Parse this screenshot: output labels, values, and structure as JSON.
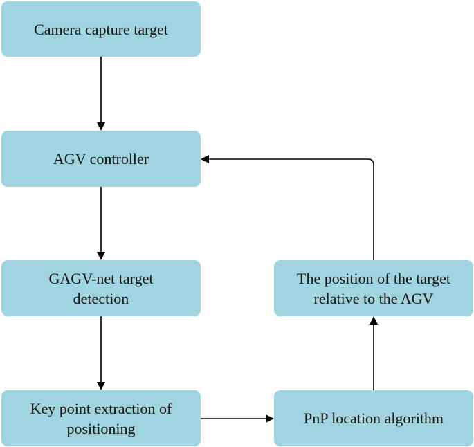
{
  "nodes": {
    "camera": "Camera capture target",
    "agv_controller": "AGV controller",
    "gagv_line1": "GAGV-net target",
    "gagv_line2": "detection",
    "keypoint_line1": "Key point extraction of",
    "keypoint_line2": "positioning",
    "pnp": "PnP location algorithm",
    "position_line1": "The position of the target",
    "position_line2": "relative to the AGV"
  },
  "colors": {
    "node_fill": "#9fd4e0",
    "edge": "#000000",
    "text": "#111111"
  }
}
